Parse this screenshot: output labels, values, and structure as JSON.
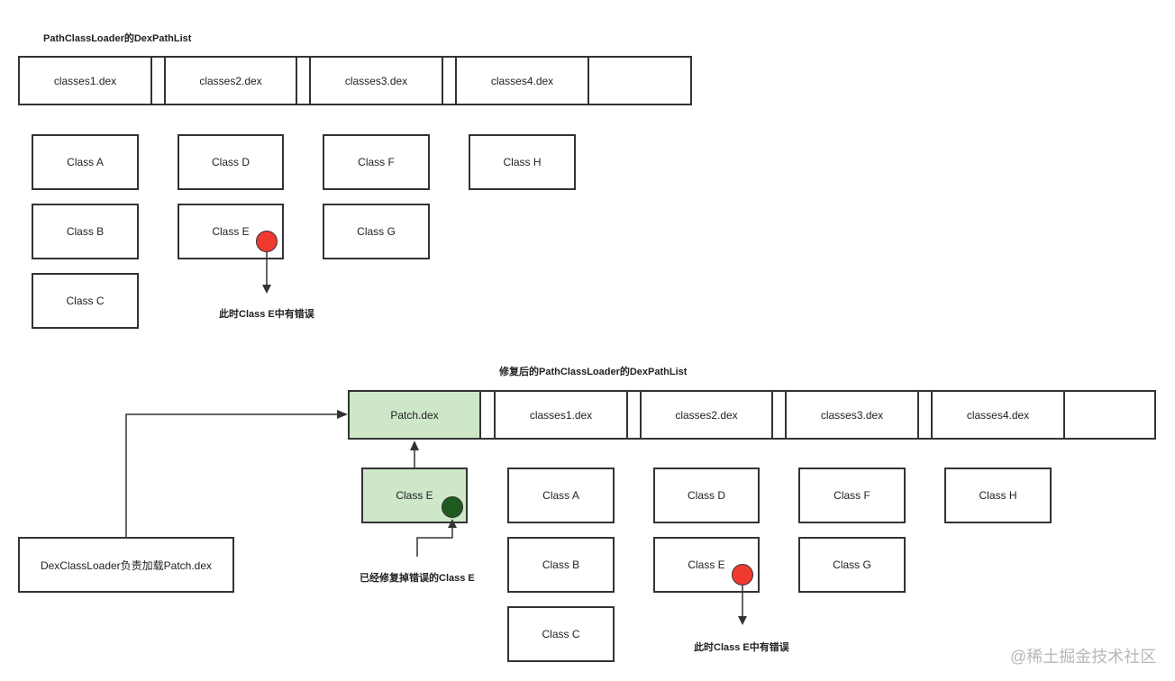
{
  "top": {
    "title": "PathClassLoader的DexPathList",
    "dex": [
      "classes1.dex",
      "classes2.dex",
      "classes3.dex",
      "classes4.dex"
    ],
    "classes": {
      "a": "Class A",
      "b": "Class B",
      "c": "Class C",
      "d": "Class D",
      "e": "Class E",
      "f": "Class F",
      "g": "Class G",
      "h": "Class H"
    },
    "error_note": "此时Class E中有错误"
  },
  "bottom": {
    "title": "修复后的PathClassLoader的DexPathList",
    "patch": "Patch.dex",
    "dex": [
      "classes1.dex",
      "classes2.dex",
      "classes3.dex",
      "classes4.dex"
    ],
    "patched_class": "Class E",
    "patched_note": "已经修复掉错误的Class E",
    "loader": "DexClassLoader负责加载Patch.dex",
    "classes": {
      "a": "Class A",
      "b": "Class B",
      "c": "Class C",
      "d": "Class D",
      "e": "Class E",
      "f": "Class F",
      "g": "Class G",
      "h": "Class H"
    },
    "error_note": "此时Class E中有错误"
  },
  "watermark": "@稀土掘金技术社区",
  "colors": {
    "error_dot": "#f0392f",
    "fixed_dot": "#1e5b1e",
    "patch_fill": "#cde7c8"
  }
}
